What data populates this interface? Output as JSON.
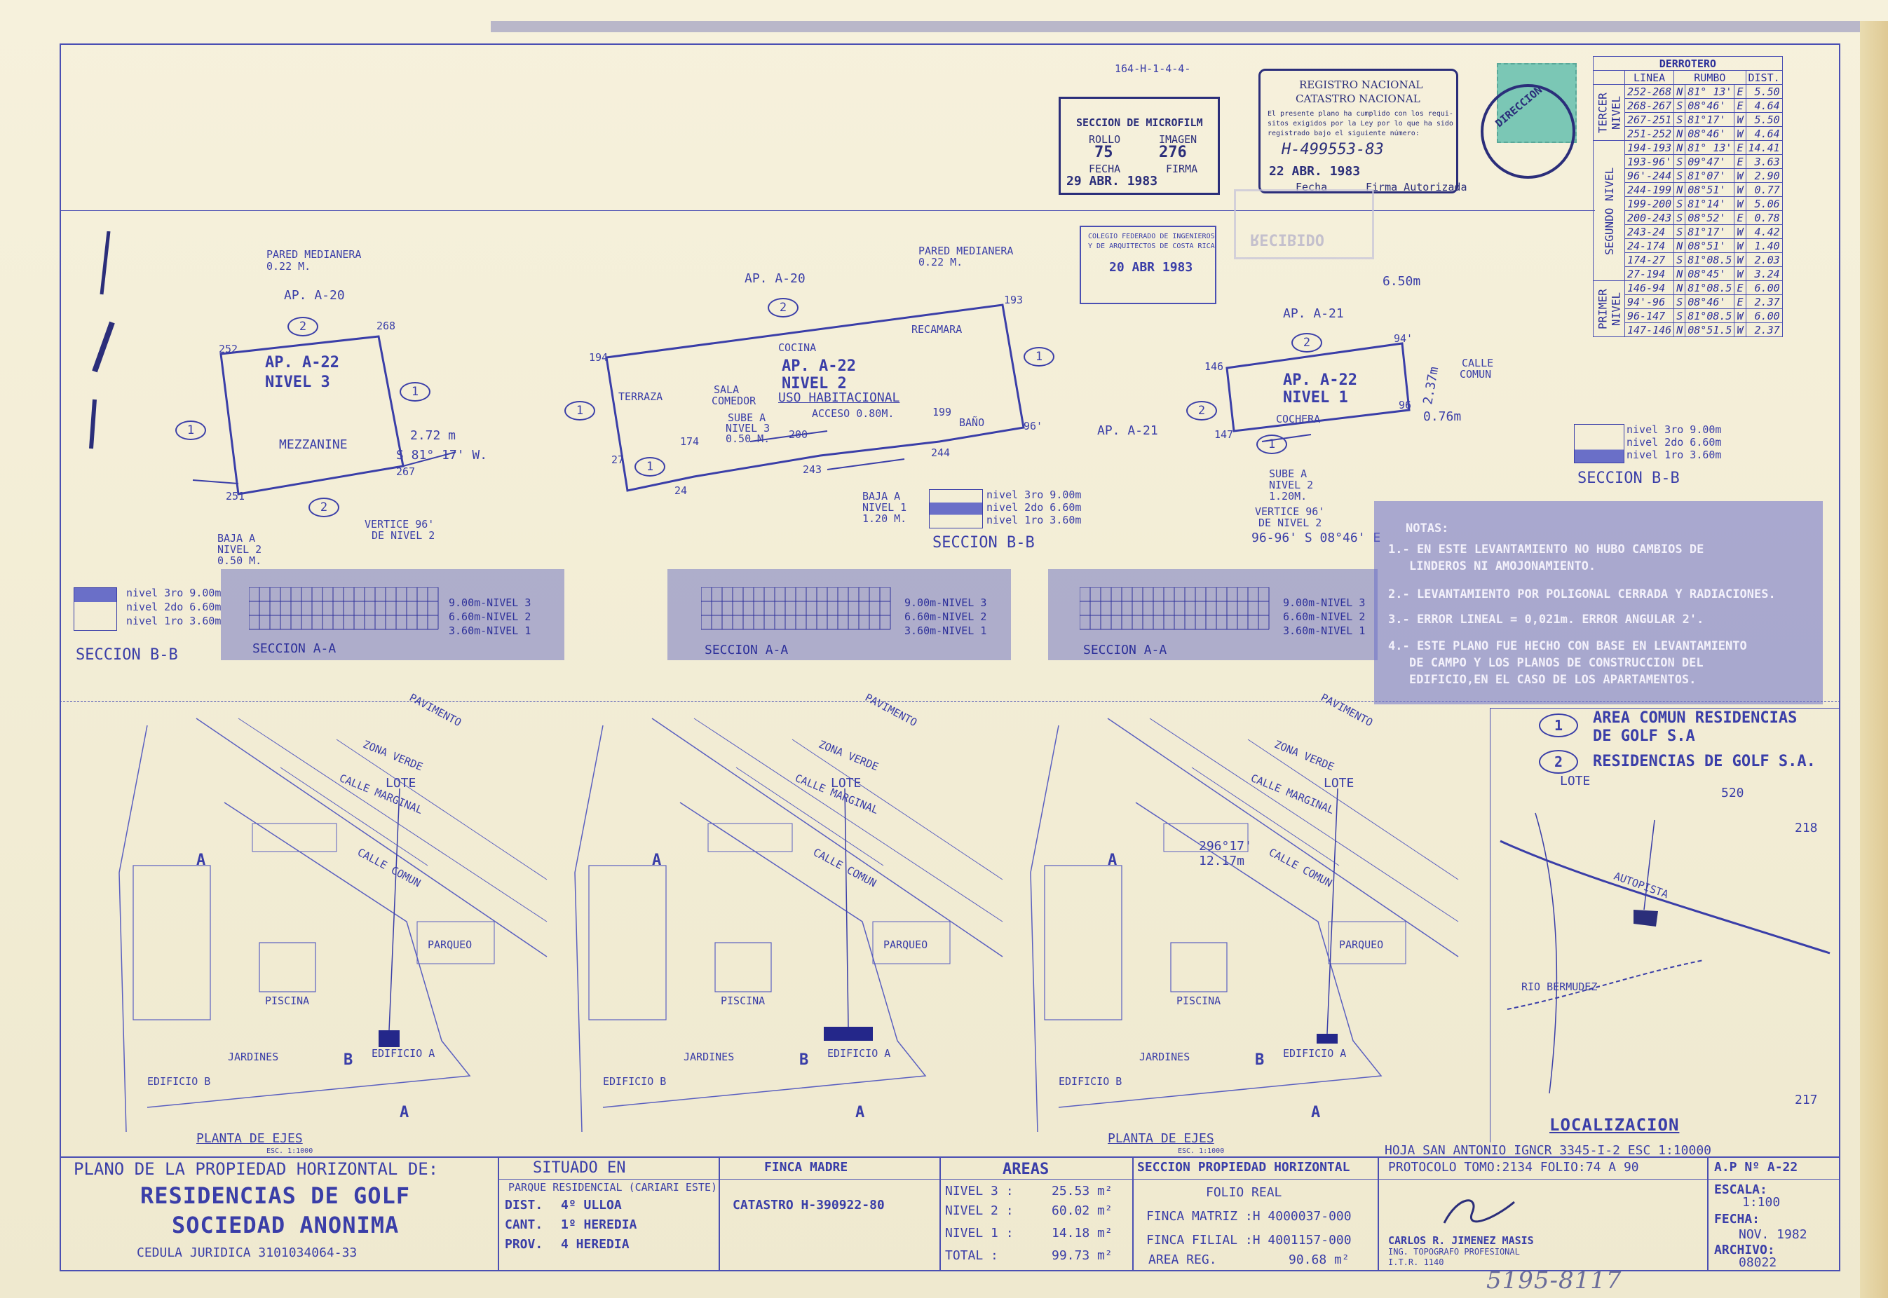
{
  "top": {
    "code": "164-H-1-4-4-"
  },
  "stamps": {
    "microfilm": {
      "title": "SECCION DE MICROFILM",
      "rollo_label": "ROLLO",
      "rollo": "75",
      "imagen_label": "IMAGEN",
      "imagen": "276",
      "fecha_label": "FECHA",
      "firma_label": "FIRMA",
      "fecha": "29 ABR. 1983"
    },
    "registro": {
      "line1": "REGISTRO NACIONAL",
      "line2": "CATASTRO NACIONAL",
      "line3": "El presente plano ha cumplido con los requi-",
      "line4": "sitos exigidos por la Ley por lo que ha sido",
      "line5": "registrado bajo el siguiente número:",
      "number": "H-499553-83",
      "date": "22 ABR. 1983",
      "fecha_label": "Fecha",
      "firma_label": "Firma Autorizada"
    },
    "colegio": {
      "line1": "COLEGIO FEDERADO DE INGENIEROS",
      "line2": "Y DE ARQUITECTOS DE COSTA RICA",
      "date": "20 ABR 1983"
    },
    "recibido": "RECIBIDO",
    "seal": "DIRECCION"
  },
  "derrotero": {
    "title": "DERROTERO",
    "headers": [
      "LINEA",
      "RUMBO",
      "DIST."
    ],
    "groups": [
      {
        "name": "TERCER NIVEL",
        "rows": [
          [
            "252-268",
            "N",
            "81° 13'",
            "E",
            "5.50"
          ],
          [
            "268-267",
            "S",
            "08°46'",
            "E",
            "4.64"
          ],
          [
            "267-251",
            "S",
            "81°17'",
            "W",
            "5.50"
          ],
          [
            "251-252",
            "N",
            "08°46'",
            "W",
            "4.64"
          ]
        ]
      },
      {
        "name": "SEGUNDO NIVEL",
        "rows": [
          [
            "194-193",
            "N",
            "81° 13'",
            "E",
            "14.41"
          ],
          [
            "193-96'",
            "S",
            "09°47'",
            "E",
            "3.63"
          ],
          [
            "96'-244",
            "S",
            "81°07'",
            "W",
            "2.90"
          ],
          [
            "244-199",
            "N",
            "08°51'",
            "W",
            "0.77"
          ],
          [
            "199-200",
            "S",
            "81°14'",
            "W",
            "5.06"
          ],
          [
            "200-243",
            "S",
            "08°52'",
            "E",
            "0.78"
          ],
          [
            "243-24",
            "S",
            "81°17'",
            "W",
            "4.42"
          ],
          [
            "24-174",
            "N",
            "08°51'",
            "W",
            "1.40"
          ],
          [
            "174-27",
            "S",
            "81°08.5",
            "W",
            "2.03"
          ],
          [
            "27-194",
            "N",
            "08°45'",
            "W",
            "3.24"
          ]
        ]
      },
      {
        "name": "PRIMER NIVEL",
        "rows": [
          [
            "146-94",
            "N",
            "81°08.5",
            "E",
            "6.00"
          ],
          [
            "94'-96",
            "S",
            "08°46'",
            "E",
            "2.37"
          ],
          [
            "96-147",
            "S",
            "81°08.5",
            "W",
            "6.00"
          ],
          [
            "147-146",
            "N",
            "08°51.5",
            "W",
            "2.37"
          ]
        ]
      }
    ]
  },
  "plans": {
    "n3": {
      "ap_top": "AP. A-20",
      "title": "AP. A-22",
      "sub": "NIVEL 3",
      "mezz": "MEZZANINE",
      "pared": "PARED MEDIANERA",
      "pared_dim": "0.22 M.",
      "dim1": "2.72 m",
      "bear": "S 81° 17' W.",
      "baja": "BAJA A",
      "baja2": "NIVEL 2",
      "baja3": "0.50 M.",
      "vertice": "VERTICE 96'",
      "vertice2": "DE NIVEL 2",
      "p252": "252",
      "p268": "268",
      "p267": "267",
      "p251": "251"
    },
    "n2": {
      "ap_top": "AP. A-20",
      "title": "AP. A-22",
      "sub": "NIVEL 2",
      "uso": "USO HABITACIONAL",
      "cocina": "COCINA",
      "recamara": "RECAMARA",
      "sala": "SALA",
      "comedor": "COMEDOR",
      "terraza": "TERRAZA",
      "bano": "BAÑO",
      "acceso": "ACCESO 0.80M.",
      "sube": "SUBE A",
      "sube2": "NIVEL 3",
      "sube3": "0.50 M.",
      "baja": "BAJA A",
      "baja2": "NIVEL 1",
      "baja3": "1.20 M.",
      "pared": "PARED MEDIANERA",
      "pared_dim": "0.22 M.",
      "p194": "194",
      "p193": "193",
      "p27": "27",
      "p174": "174",
      "p24": "24",
      "p200": "200",
      "p243": "243",
      "p199": "199",
      "p244": "244",
      "p96": "96'"
    },
    "n1": {
      "ap_top": "AP. A-21",
      "title": "AP. A-22",
      "sub": "NIVEL 1",
      "cochera": "COCHERA",
      "calle": "CALLE",
      "comun": "COMUN",
      "dim": "6.50m",
      "dim2": "2.37m",
      "dim3": "0.76m",
      "sube": "SUBE A",
      "sube2": "NIVEL 2",
      "sube3": "1.20M.",
      "vertice": "VERTICE 96'",
      "vertice2": "DE NIVEL 2",
      "bear": "96-96' S 08°46' E",
      "p146": "146",
      "p94": "94'",
      "p147": "147",
      "p96": "96",
      "apa21": "AP. A-21"
    }
  },
  "levels": {
    "l3": "nivel 3ro 9.00m",
    "l2": "nivel 2do 6.60m",
    "l1": "nivel 1ro 3.60m",
    "r3": "9.00m-NIVEL 3",
    "r2": "6.60m-NIVEL 2",
    "r1": "3.60m-NIVEL 1"
  },
  "sections": {
    "bb": "SECCION B-B",
    "aa": "SECCION A-A"
  },
  "notes": {
    "title": "NOTAS:",
    "n1": "1.- EN ESTE LEVANTAMIENTO NO HUBO CAMBIOS DE",
    "n1b": "LINDEROS NI AMOJONAMIENTO.",
    "n2": "2.- LEVANTAMIENTO POR POLIGONAL CERRADA Y RADIACIONES.",
    "n3": "3.- ERROR LINEAL = 0,021m. ERROR ANGULAR 2'.",
    "n4": "4.- ESTE PLANO FUE HECHO CON BASE EN LEVANTAMIENTO",
    "n4b": "DE CAMPO Y LOS PLANOS DE CONSTRUCCION DEL",
    "n4c": "EDIFICIO,EN EL CASO DE LOS APARTAMENTOS."
  },
  "legend": {
    "one": "AREA COMUN RESIDENCIAS",
    "one_b": "DE GOLF S.A",
    "two": "RESIDENCIAS DE GOLF S.A."
  },
  "site": {
    "lote": "LOTE",
    "planta": "PLANTA DE EJES",
    "esc": "ESC. 1:1000",
    "zona": "ZONA VERDE",
    "calle": "CALLE MARGINAL",
    "calle_comun": "CALLE COMUN",
    "pavimento": "PAVIMENTO",
    "piscina": "PISCINA",
    "jardines": "JARDINES",
    "edificio": "EDIFICIO A",
    "edificio_b": "EDIFICIO B",
    "parqueo": "PARQUEO",
    "dim": "296°17' 12.17m",
    "loc": "LOCALIZACION",
    "hoja": "HOJA SAN ANTONIO IGNCR 3345-I-2 ESC 1:10000",
    "v520": "520",
    "v218": "218",
    "v217": "217",
    "rio": "RIO BERMUDEZ",
    "autopista": "AUTOPISTA"
  },
  "title_block": {
    "plano": "PLANO DE LA PROPIEDAD HORIZONTAL DE:",
    "name1": "RESIDENCIAS DE GOLF",
    "name2": "SOCIEDAD ANONIMA",
    "cedula": "CEDULA JURIDICA  3101034064-33",
    "situado": "SITUADO EN",
    "parque": "PARQUE RESIDENCIAL (CARIARI ESTE)",
    "dist_l": "DIST.",
    "dist": "4º ULLOA",
    "cant_l": "CANT.",
    "cant": "1º HEREDIA",
    "prov_l": "PROV.",
    "prov": "4 HEREDIA",
    "finca": "FINCA MADRE",
    "catastro": "CATASTRO H-390922-80",
    "areas": "AREAS",
    "a3_l": "NIVEL 3 :",
    "a3": "25.53 m²",
    "a2_l": "NIVEL 2 :",
    "a2": "60.02 m²",
    "a1_l": "NIVEL 1 :",
    "a1": "14.18 m²",
    "at_l": "TOTAL :",
    "at": "99.73 m²",
    "seccion": "SECCION PROPIEDAD HORIZONTAL",
    "folio": "FOLIO REAL",
    "matriz": "FINCA MATRIZ :H 4000037-000",
    "filial": "FINCA FILIAL :H 4001157-000",
    "area_reg_l": "AREA REG.",
    "area_reg": "90.68 m²",
    "protocolo": "PROTOCOLO TOMO:2134  FOLIO:74 A 90",
    "surveyor": "CARLOS R. JIMENEZ MASIS",
    "ing": "ING. TOPOGRAFO PROFESIONAL",
    "itr": "I.T.R. 1140",
    "ap": "A.P Nº  A-22",
    "escala_l": "ESCALA:",
    "escala": "1:100",
    "fecha_l": "FECHA:",
    "fecha": "NOV. 1982",
    "archivo_l": "ARCHIVO:",
    "archivo": "08022",
    "handwritten": "5195-8117"
  }
}
